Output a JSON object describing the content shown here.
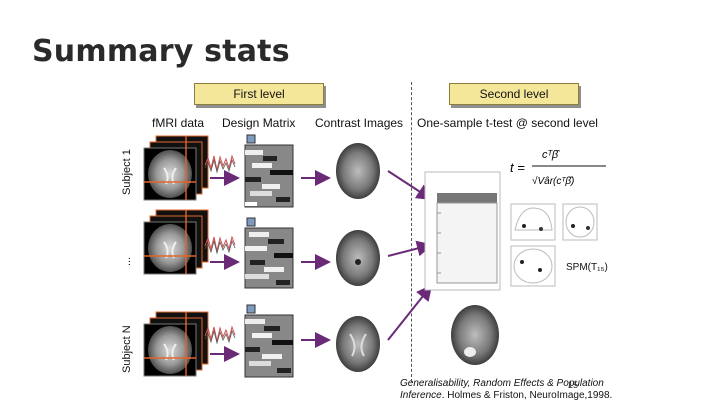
{
  "title": "Summary stats",
  "levels": {
    "first": "First level",
    "second": "Second level"
  },
  "columns": {
    "fmri": "fMRI data",
    "design": "Design Matrix",
    "contrast": "Contrast Images",
    "ttest": "One-sample t-test @ second level"
  },
  "rows": {
    "subject1": "Subject 1",
    "ellipsis": "...",
    "subjectN": "Subject N"
  },
  "formula": {
    "lhs": "t =",
    "numerator": "cᵀβ̂",
    "denominator": "√Vâr(cᵀβ̂)"
  },
  "spm_label": "SPM(T₁₅)",
  "caption": {
    "line1_italic": "Generalisability, Random Effects & Population",
    "line2_italic": "Inference",
    "line2_rest": ". Holmes & Friston, NeuroImage,1998."
  },
  "page_number": "15",
  "colors": {
    "arrow": "#6b2a78",
    "crosshair": "#e2662b",
    "level_box": "#f5e79a"
  }
}
